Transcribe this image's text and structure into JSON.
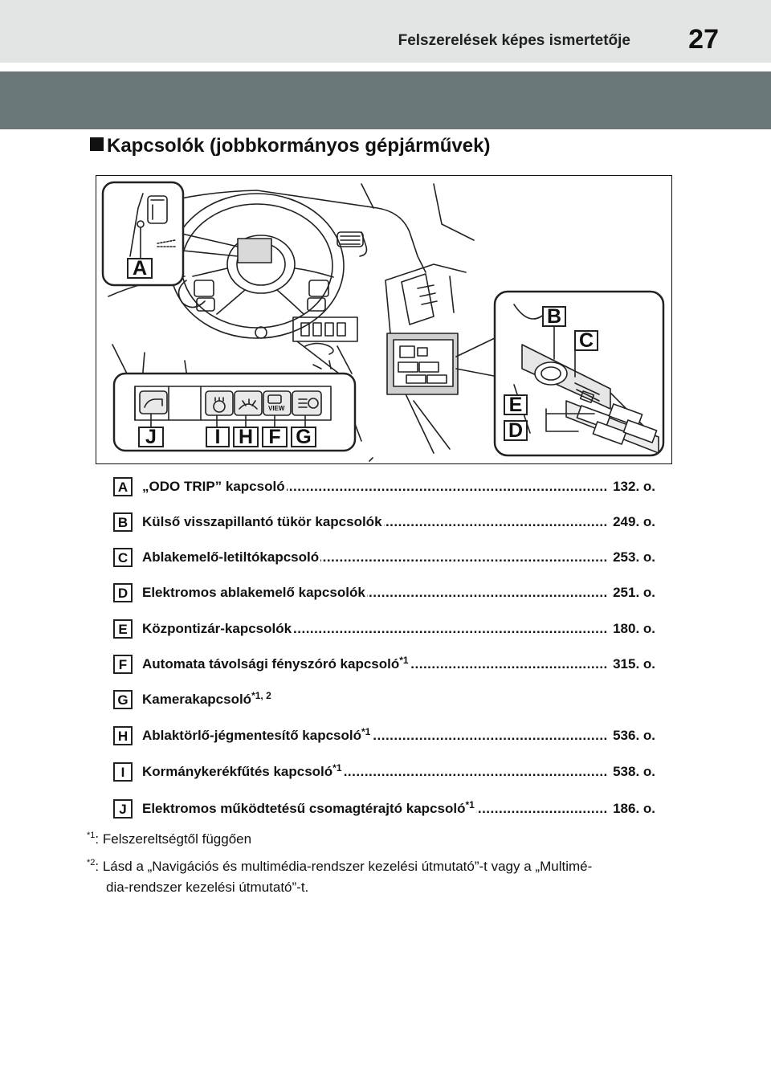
{
  "header": {
    "section_title": "Felszerelések képes ismertetője",
    "page_number": "27"
  },
  "heading": {
    "text": "Kapcsolók (jobbkormányos gépjárművek)"
  },
  "figure": {
    "callouts": [
      "A",
      "B",
      "C",
      "D",
      "E",
      "F",
      "G",
      "H",
      "I",
      "J"
    ],
    "switch_icons": [
      "power-tailgate-icon",
      "steering-heater-icon",
      "defogger-icon",
      "camera-view-icon",
      "auto-high-beam-icon"
    ],
    "view_label": "VIEW"
  },
  "items": [
    {
      "letter": "A",
      "label": "„ODO TRIP” kapcsoló",
      "sup": "",
      "page": "132. o."
    },
    {
      "letter": "B",
      "label": "Külső visszapillantó tükör kapcsolók",
      "sup": "",
      "page": "249. o."
    },
    {
      "letter": "C",
      "label": "Ablakemelő-letiltókapcsoló",
      "sup": "",
      "page": "253. o."
    },
    {
      "letter": "D",
      "label": "Elektromos ablakemelő kapcsolók",
      "sup": "",
      "page": "251. o."
    },
    {
      "letter": "E",
      "label": "Központizár-kapcsolók",
      "sup": "",
      "page": "180. o."
    },
    {
      "letter": "F",
      "label": "Automata távolsági fényszóró kapcsoló",
      "sup": "*1",
      "page": "315. o."
    },
    {
      "letter": "G",
      "label": "Kamerakapcsoló",
      "sup": "*1, 2",
      "page": ""
    },
    {
      "letter": "H",
      "label": "Ablaktörlő-jégmentesítő kapcsoló",
      "sup": "*1",
      "page": "536. o."
    },
    {
      "letter": "I",
      "label": "Kormánykerékfűtés kapcsoló",
      "sup": "*1",
      "page": "538. o."
    },
    {
      "letter": "J",
      "label": "Elektromos működtetésű csomagtérajtó kapcsoló",
      "sup": "*1",
      "page": "186. o."
    }
  ],
  "footnotes": [
    {
      "mark": "*1",
      "text": ": Felszereltségtől függően",
      "cont": ""
    },
    {
      "mark": "*2",
      "text": ": Lásd a „Navigációs és multimédia-rendszer kezelési útmutató”-t vagy a „Multimé-",
      "cont": "dia-rendszer kezelési útmutató”-t."
    }
  ],
  "colors": {
    "topbar": "#e3e4e4",
    "banner": "#6a7778",
    "text": "#111111"
  }
}
